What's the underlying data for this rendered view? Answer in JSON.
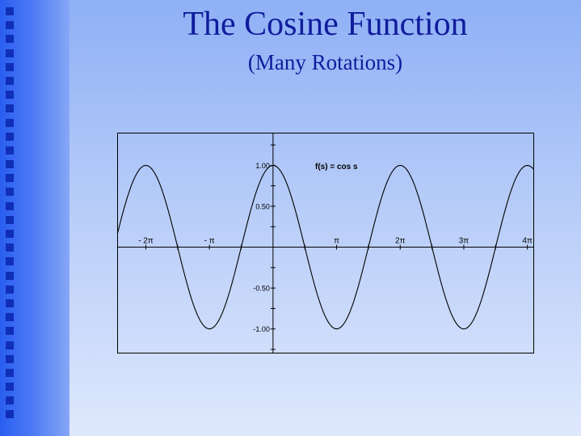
{
  "slide": {
    "title": "The Cosine Function",
    "subtitle": "(Many Rotations)"
  },
  "colors": {
    "title": "#101c9c",
    "sidebar": "#2a5ef0",
    "sidebar_squares": "#0f2fb6",
    "background_top": "#8fb0f6",
    "background_bottom": "#dfe8fd"
  },
  "sidebar_square_count": 30,
  "chart_data": {
    "type": "line",
    "function": "cos",
    "annotation": "f(s) = cos s",
    "xlim": [
      -7.7,
      12.9
    ],
    "ylim": [
      -1.3,
      1.4
    ],
    "x_tick_labels": [
      {
        "x": -6.2832,
        "label": "- 2π"
      },
      {
        "x": -3.1416,
        "label": "- π"
      },
      {
        "x": 3.1416,
        "label": "π"
      },
      {
        "x": 6.2832,
        "label": "2π"
      },
      {
        "x": 9.4248,
        "label": "3π"
      },
      {
        "x": 12.5664,
        "label": "4π"
      }
    ],
    "y_tick_labels": [
      {
        "y": 1.0,
        "label": "1.00"
      },
      {
        "y": 0.5,
        "label": "0.50"
      },
      {
        "y": -0.5,
        "label": "-0.50"
      },
      {
        "y": -1.0,
        "label": "-1.00"
      }
    ],
    "series": [
      {
        "sample_step": 0.1,
        "points": [
          [
            -7.7,
            0.153
          ],
          [
            -7.6,
            0.248
          ],
          [
            -7.5,
            0.347
          ],
          [
            -7.4,
            0.439
          ],
          [
            -7.3,
            0.526
          ],
          [
            -7.2,
            0.608
          ],
          [
            -7.1,
            0.683
          ],
          [
            -7.0,
            0.754
          ],
          [
            -6.9,
            0.815
          ],
          [
            -6.8,
            0.869
          ],
          [
            -6.7,
            0.914
          ],
          [
            -6.6,
            0.951
          ],
          [
            -6.5,
            0.977
          ],
          [
            -6.4,
            0.993
          ],
          [
            -6.3,
            1.0
          ],
          [
            -6.2,
            0.997
          ],
          [
            -6.1,
            0.983
          ],
          [
            -6.0,
            0.96
          ],
          [
            -5.9,
            0.927
          ],
          [
            -5.8,
            0.886
          ],
          [
            -5.7,
            0.835
          ],
          [
            -5.6,
            0.776
          ],
          [
            -5.5,
            0.709
          ],
          [
            -5.4,
            0.635
          ],
          [
            -5.3,
            0.554
          ],
          [
            -5.2,
            0.469
          ],
          [
            -5.1,
            0.378
          ],
          [
            -5.0,
            0.284
          ],
          [
            -4.9,
            0.187
          ],
          [
            -4.8,
            0.087
          ],
          [
            -4.7,
            -0.012
          ],
          [
            -4.6,
            -0.112
          ],
          [
            -4.5,
            -0.211
          ],
          [
            -4.4,
            -0.307
          ],
          [
            -4.3,
            -0.401
          ],
          [
            -4.2,
            -0.49
          ],
          [
            -4.1,
            -0.575
          ],
          [
            -4.0,
            -0.654
          ],
          [
            -3.9,
            -0.726
          ],
          [
            -3.8,
            -0.791
          ],
          [
            -3.7,
            -0.848
          ],
          [
            -3.6,
            -0.897
          ],
          [
            -3.5,
            -0.936
          ],
          [
            -3.4,
            -0.967
          ],
          [
            -3.3,
            -0.987
          ],
          [
            -3.2,
            -0.998
          ],
          [
            -3.1,
            -0.999
          ],
          [
            -3.0,
            -0.99
          ],
          [
            -2.9,
            -0.971
          ],
          [
            -2.8,
            -0.942
          ],
          [
            -2.7,
            -0.904
          ],
          [
            -2.6,
            -0.857
          ],
          [
            -2.5,
            -0.801
          ],
          [
            -2.4,
            -0.737
          ],
          [
            -2.3,
            -0.666
          ],
          [
            -2.2,
            -0.589
          ],
          [
            -2.1,
            -0.505
          ],
          [
            -2.0,
            -0.416
          ],
          [
            -1.9,
            -0.323
          ],
          [
            -1.8,
            -0.227
          ],
          [
            -1.7,
            -0.129
          ],
          [
            -1.6,
            -0.029
          ],
          [
            -1.5,
            0.071
          ],
          [
            -1.4,
            0.17
          ],
          [
            -1.3,
            0.267
          ],
          [
            -1.2,
            0.362
          ],
          [
            -1.1,
            0.454
          ],
          [
            -1.0,
            0.54
          ],
          [
            -0.9,
            0.622
          ],
          [
            -0.8,
            0.697
          ],
          [
            -0.7,
            0.765
          ],
          [
            -0.6,
            0.825
          ],
          [
            -0.5,
            0.878
          ],
          [
            -0.4,
            0.921
          ],
          [
            -0.3,
            0.955
          ],
          [
            -0.2,
            0.98
          ],
          [
            -0.1,
            0.995
          ],
          [
            0.0,
            1.0
          ],
          [
            0.1,
            0.995
          ],
          [
            0.2,
            0.98
          ],
          [
            0.3,
            0.955
          ],
          [
            0.4,
            0.921
          ],
          [
            0.5,
            0.878
          ],
          [
            0.6,
            0.825
          ],
          [
            0.7,
            0.765
          ],
          [
            0.8,
            0.697
          ],
          [
            0.9,
            0.622
          ],
          [
            1.0,
            0.54
          ],
          [
            1.1,
            0.454
          ],
          [
            1.2,
            0.362
          ],
          [
            1.3,
            0.267
          ],
          [
            1.4,
            0.17
          ],
          [
            1.5,
            0.071
          ],
          [
            1.6,
            -0.029
          ],
          [
            1.7,
            -0.129
          ],
          [
            1.8,
            -0.227
          ],
          [
            1.9,
            -0.323
          ],
          [
            2.0,
            -0.416
          ],
          [
            2.1,
            -0.505
          ],
          [
            2.2,
            -0.589
          ],
          [
            2.3,
            -0.666
          ],
          [
            2.4,
            -0.737
          ],
          [
            2.5,
            -0.801
          ],
          [
            2.6,
            -0.857
          ],
          [
            2.7,
            -0.904
          ],
          [
            2.8,
            -0.942
          ],
          [
            2.9,
            -0.971
          ],
          [
            3.0,
            -0.99
          ],
          [
            3.1,
            -0.999
          ],
          [
            3.2,
            -0.998
          ],
          [
            3.3,
            -0.987
          ],
          [
            3.4,
            -0.967
          ],
          [
            3.5,
            -0.936
          ],
          [
            3.6,
            -0.897
          ],
          [
            3.7,
            -0.848
          ],
          [
            3.8,
            -0.791
          ],
          [
            3.9,
            -0.726
          ],
          [
            4.0,
            -0.654
          ],
          [
            4.1,
            -0.575
          ],
          [
            4.2,
            -0.49
          ],
          [
            4.3,
            -0.401
          ],
          [
            4.4,
            -0.307
          ],
          [
            4.5,
            -0.211
          ],
          [
            4.6,
            -0.112
          ],
          [
            4.7,
            -0.012
          ],
          [
            4.8,
            0.087
          ],
          [
            4.9,
            0.187
          ],
          [
            5.0,
            0.284
          ],
          [
            5.1,
            0.378
          ],
          [
            5.2,
            0.469
          ],
          [
            5.3,
            0.554
          ],
          [
            5.4,
            0.635
          ],
          [
            5.5,
            0.709
          ],
          [
            5.6,
            0.776
          ],
          [
            5.7,
            0.835
          ],
          [
            5.8,
            0.886
          ],
          [
            5.9,
            0.927
          ],
          [
            6.0,
            0.96
          ],
          [
            6.1,
            0.983
          ],
          [
            6.2,
            0.997
          ],
          [
            6.3,
            1.0
          ],
          [
            6.4,
            0.993
          ],
          [
            6.5,
            0.977
          ],
          [
            6.6,
            0.951
          ],
          [
            6.7,
            0.914
          ],
          [
            6.8,
            0.869
          ],
          [
            6.9,
            0.815
          ],
          [
            7.0,
            0.754
          ],
          [
            7.1,
            0.683
          ],
          [
            7.2,
            0.608
          ],
          [
            7.3,
            0.526
          ],
          [
            7.4,
            0.439
          ],
          [
            7.5,
            0.347
          ],
          [
            7.6,
            0.248
          ],
          [
            7.7,
            0.153
          ],
          [
            7.8,
            0.054
          ],
          [
            7.9,
            -0.046
          ],
          [
            8.0,
            -0.146
          ],
          [
            8.1,
            -0.243
          ],
          [
            8.2,
            -0.339
          ],
          [
            8.3,
            -0.432
          ],
          [
            8.4,
            -0.519
          ],
          [
            8.5,
            -0.602
          ],
          [
            8.6,
            -0.678
          ],
          [
            8.7,
            -0.748
          ],
          [
            8.8,
            -0.811
          ],
          [
            8.9,
            -0.865
          ],
          [
            9.0,
            -0.911
          ],
          [
            9.1,
            -0.948
          ],
          [
            9.2,
            -0.975
          ],
          [
            9.3,
            -0.992
          ],
          [
            9.4,
            -1.0
          ],
          [
            9.5,
            -0.997
          ],
          [
            9.6,
            -0.985
          ],
          [
            9.7,
            -0.962
          ],
          [
            9.8,
            -0.931
          ],
          [
            9.9,
            -0.89
          ],
          [
            10.0,
            -0.839
          ],
          [
            10.1,
            -0.781
          ],
          [
            10.2,
            -0.715
          ],
          [
            10.3,
            -0.642
          ],
          [
            10.4,
            -0.562
          ],
          [
            10.5,
            -0.476
          ],
          [
            10.6,
            -0.386
          ],
          [
            10.7,
            -0.293
          ],
          [
            10.8,
            -0.196
          ],
          [
            10.9,
            -0.097
          ],
          [
            11.0,
            0.004
          ],
          [
            11.1,
            0.104
          ],
          [
            11.2,
            0.202
          ],
          [
            11.3,
            0.299
          ],
          [
            11.4,
            0.392
          ],
          [
            11.5,
            0.482
          ],
          [
            11.6,
            0.567
          ],
          [
            11.7,
            0.647
          ],
          [
            11.8,
            0.72
          ],
          [
            11.9,
            0.786
          ],
          [
            12.0,
            0.844
          ],
          [
            12.1,
            0.893
          ],
          [
            12.2,
            0.934
          ],
          [
            12.3,
            0.964
          ],
          [
            12.4,
            0.986
          ],
          [
            12.5,
            0.998
          ],
          [
            12.6,
            0.999
          ],
          [
            12.7,
            0.991
          ],
          [
            12.8,
            0.973
          ],
          [
            12.9,
            0.945
          ]
        ]
      }
    ],
    "grid": false,
    "legend": "none"
  }
}
